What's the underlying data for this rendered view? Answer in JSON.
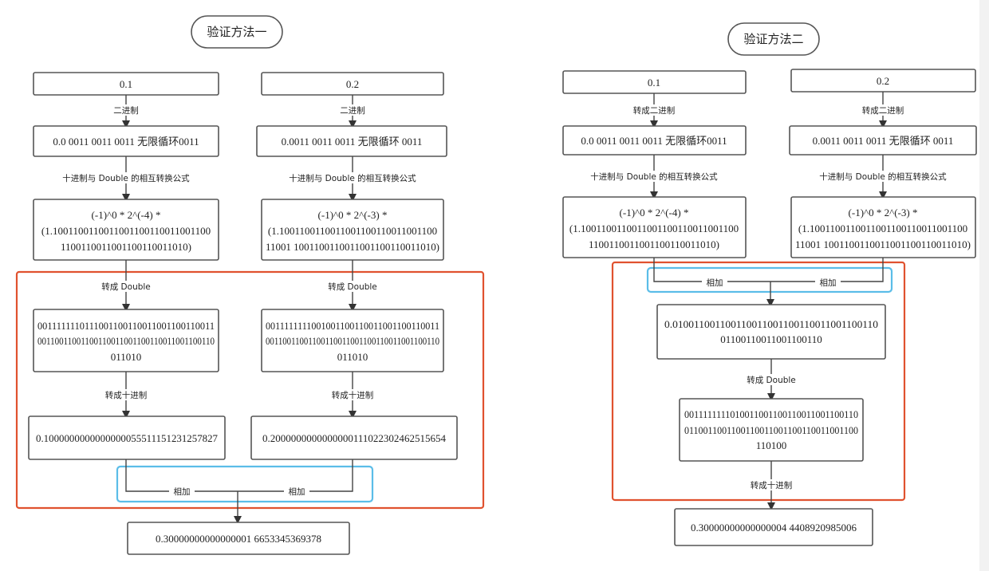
{
  "method1": {
    "title": "验证方法一",
    "left": {
      "input": "0.1",
      "edge_binary": "二进制",
      "binary": "0.0 0011 0011 0011 无限循环0011",
      "edge_formula": "十进制与 Double 的相互转换公式",
      "formula": [
        "(-1)^0 * 2^(-4) *",
        "(1.1001100110011001100110011001100",
        "1100110011001100110011010)"
      ],
      "edge_to_double": "转成 Double",
      "double_bits": [
        "0011111110111001100110011001100110011",
        "00110011001100110011001100110011001100110",
        "011010"
      ],
      "edge_to_decimal": "转成十进制",
      "decimal": "0.1000000000000000055511151231257827"
    },
    "right": {
      "input": "0.2",
      "edge_binary": "二进制",
      "binary": "0.0011 0011 0011 无限循环 0011",
      "edge_formula": "十进制与 Double 的相互转换公式",
      "formula": [
        "(-1)^0 * 2^(-3) *",
        "(1.1001100110011001100110011001100",
        "11001 1001100110011001100110011010)"
      ],
      "edge_to_double": "转成 Double",
      "double_bits": [
        "0011111111001001100110011001100110011",
        "00110011001100110011001100110011001100110",
        "011010"
      ],
      "edge_to_decimal": "转成十进制",
      "decimal": "0.2000000000000000111022302462515654"
    },
    "add_left": "相加",
    "add_right": "相加",
    "result": "0.30000000000000001 6653345369378"
  },
  "method2": {
    "title": "验证方法二",
    "left": {
      "input": "0.1",
      "edge_binary": "转成二进制",
      "binary": "0.0 0011 0011 0011 无限循环0011",
      "edge_formula": "十进制与 Double 的相互转换公式",
      "formula": [
        "(-1)^0 * 2^(-4) *",
        "(1.1001100110011001100110011001100",
        "1100110011001100110011010)"
      ]
    },
    "right": {
      "input": "0.2",
      "edge_binary": "转成二进制",
      "binary": "0.0011 0011 0011 无限循环 0011",
      "edge_formula": "十进制与 Double 的相互转换公式",
      "formula": [
        "(-1)^0 * 2^(-3) *",
        "(1.1001100110011001100110011001100",
        "11001 1001100110011001100110011010)"
      ]
    },
    "add_left": "相加",
    "add_right": "相加",
    "sum_bits": [
      "0.010011001100110011001100110011001100110",
      "01100110011001100110"
    ],
    "edge_to_double": "转成 Double",
    "double_bits": [
      "0011111111010011001100110011001100110",
      "0110011001100110011001100110011001100",
      "110100"
    ],
    "edge_to_decimal": "转成十进制",
    "result": "0.30000000000000004 4408920985006"
  },
  "colors": {
    "red_frame": "#e0522f",
    "blue_frame": "#5bbde8",
    "box_stroke": "#555555"
  }
}
